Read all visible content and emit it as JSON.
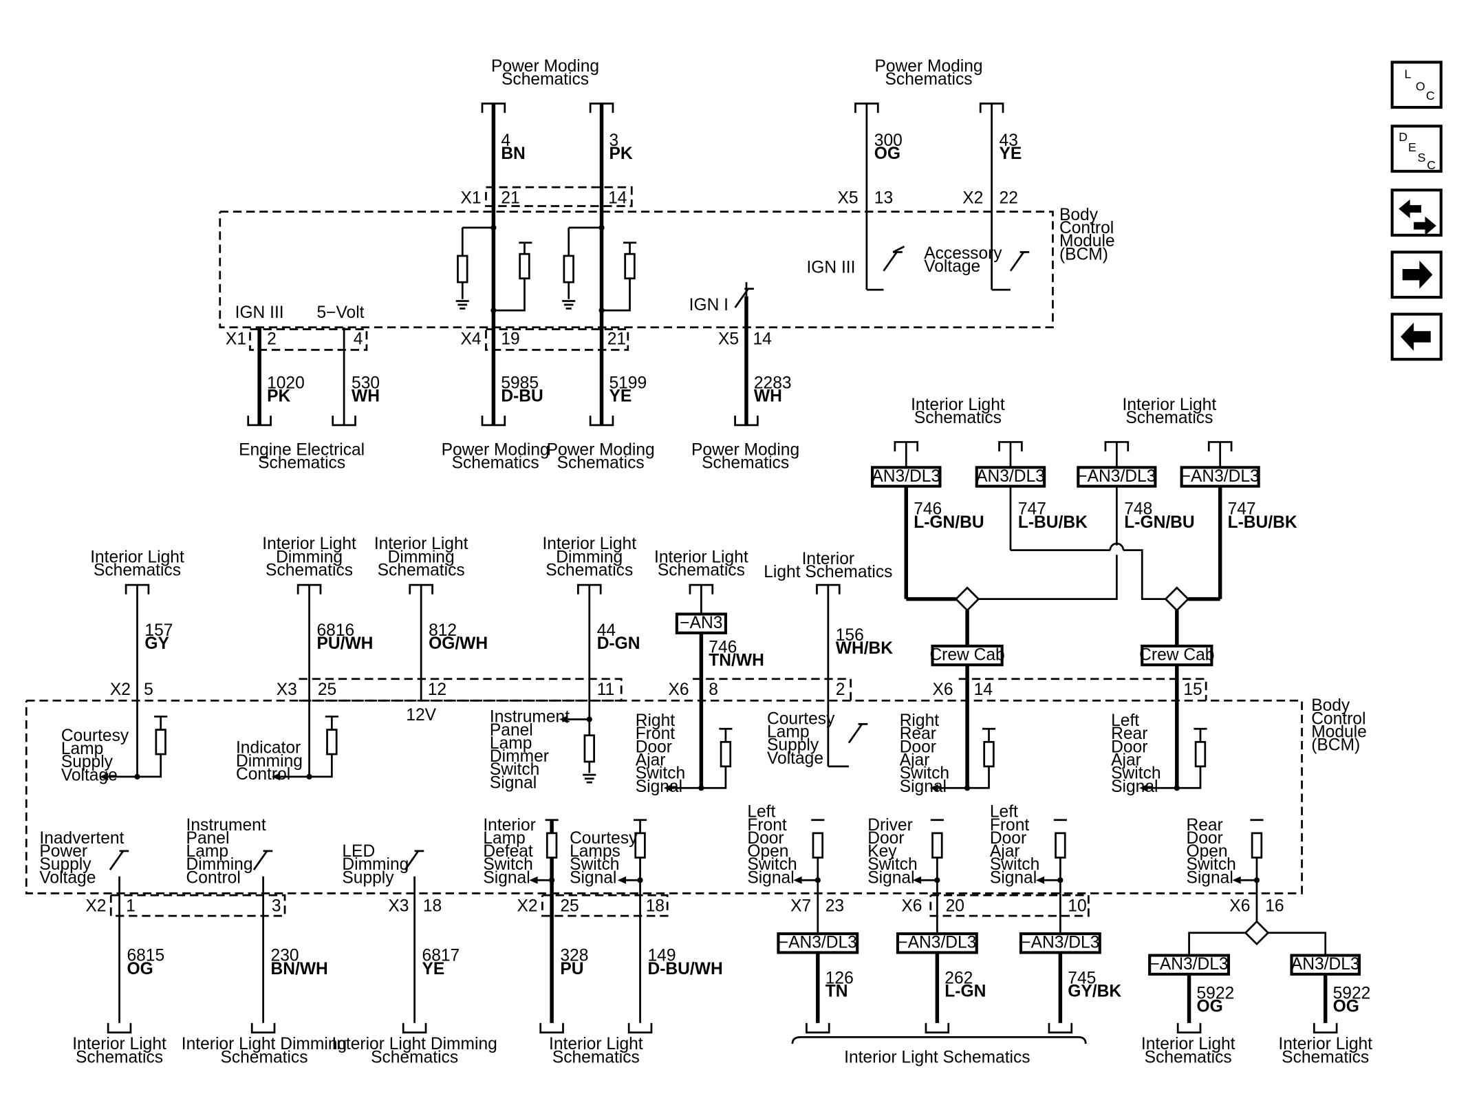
{
  "connectors": [
    {
      "id": "c-top-1",
      "label": [
        "Power Moding",
        "Schematics"
      ],
      "wire": [
        "4",
        "BN"
      ]
    },
    {
      "id": "c-top-2",
      "label": [
        "Power Moding",
        "Schematics"
      ],
      "wire": [
        "3",
        "PK"
      ]
    },
    {
      "id": "c-top-3",
      "label": [
        "Power Moding",
        "Schematics"
      ],
      "wire": [
        "300",
        "OG"
      ]
    },
    {
      "id": "c-top-4",
      "wire": [
        "43",
        "YE"
      ]
    },
    {
      "id": "c-mid-1",
      "label": [
        "Engine Electrical",
        "Schematics"
      ],
      "wire": [
        "1020",
        "PK"
      ]
    },
    {
      "id": "c-mid-2",
      "wire": [
        "530",
        "WH"
      ]
    },
    {
      "id": "c-mid-3",
      "label": [
        "Power Moding",
        "Schematics"
      ],
      "wire": [
        "5985",
        "D-BU"
      ]
    },
    {
      "id": "c-mid-4",
      "label": [
        "Power Moding",
        "Schematics"
      ],
      "wire": [
        "5199",
        "YE"
      ]
    },
    {
      "id": "c-mid-5",
      "label": [
        "Power Moding",
        "Schematics"
      ],
      "wire": [
        "2283",
        "WH"
      ]
    },
    {
      "id": "c-ils-1",
      "label": [
        "Interior Light",
        "Schematics"
      ],
      "wire": [
        "746",
        "L-GN/BU"
      ]
    },
    {
      "id": "c-ils-2",
      "wire": [
        "747",
        "L-BU/BK"
      ]
    },
    {
      "id": "c-ils-3",
      "label": [
        "Interior Light",
        "Schematics"
      ],
      "wire": [
        "748",
        "L-GN/BU"
      ]
    },
    {
      "id": "c-ils-4",
      "wire": [
        "747",
        "L-BU/BK"
      ]
    },
    {
      "id": "c-b-1",
      "label": [
        "Interior Light",
        "Schematics"
      ],
      "wire": [
        "157",
        "GY"
      ]
    },
    {
      "id": "c-b-2",
      "label": [
        "Interior Light",
        "Dimming",
        "Schematics"
      ],
      "wire": [
        "6816",
        "PU/WH"
      ]
    },
    {
      "id": "c-b-3",
      "label": [
        "Interior Light",
        "Dimming",
        "Schematics"
      ],
      "wire": [
        "812",
        "OG/WH"
      ]
    },
    {
      "id": "c-b-4",
      "label": [
        "Interior Light",
        "Dimming",
        "Schematics"
      ],
      "wire": [
        "44",
        "D-GN"
      ]
    },
    {
      "id": "c-b-5",
      "label": [
        "Interior Light",
        "Schematics"
      ],
      "wire": [
        "746",
        "TN/WH"
      ]
    },
    {
      "id": "c-b-6",
      "label": [
        "Interior",
        "Light Schematics"
      ],
      "wire": [
        "156",
        "WH/BK"
      ]
    },
    {
      "id": "c-bot-1",
      "label": [
        "Interior Light",
        "Schematics"
      ],
      "wire": [
        "6815",
        "OG"
      ]
    },
    {
      "id": "c-bot-2",
      "label": [
        "Interior Light Dimming",
        "Schematics"
      ],
      "wire": [
        "230",
        "BN/WH"
      ]
    },
    {
      "id": "c-bot-3",
      "label": [
        "Interior Light Dimming",
        "Schematics"
      ],
      "wire": [
        "6817",
        "YE"
      ]
    },
    {
      "id": "c-bot-4",
      "label": [
        "Interior Light",
        "Schematics"
      ],
      "wire": [
        "328",
        "PU"
      ]
    },
    {
      "id": "c-bot-5",
      "wire": [
        "149",
        "D-BU/WH"
      ]
    },
    {
      "id": "c-bot-6",
      "wire": [
        "126",
        "TN"
      ]
    },
    {
      "id": "c-bot-7",
      "wire": [
        "262",
        "L-GN"
      ]
    },
    {
      "id": "c-bot-8",
      "wire": [
        "745",
        "GY/BK"
      ]
    },
    {
      "id": "c-bot-9",
      "label": [
        "Interior Light",
        "Schematics"
      ],
      "wire": [
        "5922",
        "OG"
      ]
    },
    {
      "id": "c-bot-10",
      "label": [
        "Interior Light",
        "Schematics"
      ],
      "wire": [
        "5922",
        "OG"
      ]
    }
  ],
  "pins": {
    "X1_21": "21",
    "X1_14": "14",
    "X1_2": "2",
    "X1_4": "4",
    "X5_13": "13",
    "X2_22": "22",
    "X4_19": "19",
    "X4_21": "21",
    "X5_14": "14",
    "X2_5": "5",
    "X3_25": "25",
    "X3_12": "12",
    "X3_11": "11",
    "X6_8": "8",
    "X6_2": "2",
    "X6_14": "14",
    "X6_15": "15",
    "X2_1": "1",
    "X2_3": "3",
    "X3_18": "18",
    "X2_25": "25",
    "X2_18": "18",
    "X7_23": "23",
    "X6_20": "20",
    "X6_10": "10",
    "X6_16": "16"
  },
  "connector_ids": {
    "x1": "X1",
    "x2": "X2",
    "x3": "X3",
    "x4": "X4",
    "x5": "X5",
    "x6": "X6",
    "x7": "X7"
  },
  "module": {
    "name": [
      "Body",
      "Control",
      "Module",
      "(BCM)"
    ]
  },
  "internal_labels": {
    "ign3_sw": "IGN III",
    "acc_v": [
      "Accessory",
      "Voltage"
    ],
    "ign1": "IGN I",
    "ign3": "IGN III",
    "five_volt": "5−Volt",
    "courtesy_supply": [
      "Courtesy",
      "Lamp",
      "Supply",
      "Voltage"
    ],
    "indicator_dimming": [
      "Indicator",
      "Dimming",
      "Control"
    ],
    "twelve_v": "12V",
    "ip_dimmer": [
      "Instrument",
      "Panel",
      "Lamp",
      "Dimmer",
      "Switch",
      "Signal"
    ],
    "rf_door": [
      "Right",
      "Front",
      "Door",
      "Ajar",
      "Switch",
      "Signal"
    ],
    "courtesy_supply2": [
      "Courtesy",
      "Lamp",
      "Supply",
      "Voltage"
    ],
    "rr_door": [
      "Right",
      "Rear",
      "Door",
      "Ajar",
      "Switch",
      "Signal"
    ],
    "lr_door": [
      "Left",
      "Rear",
      "Door",
      "Ajar",
      "Switch",
      "Signal"
    ],
    "inadvertent": [
      "Inadvertent",
      "Power",
      "Supply",
      "Voltage"
    ],
    "ip_lamp_dim": [
      "Instrument",
      "Panel",
      "Lamp",
      "Dimming",
      "Control"
    ],
    "led_dim": [
      "LED",
      "Dimming",
      "Supply"
    ],
    "defeat": [
      "Interior",
      "Lamp",
      "Defeat",
      "Switch",
      "Signal"
    ],
    "courtesy_sw": [
      "Courtesy",
      "Lamps",
      "Switch",
      "Signal"
    ],
    "lf_open": [
      "Left",
      "Front",
      "Door",
      "Open",
      "Switch",
      "Signal"
    ],
    "driver_key": [
      "Driver",
      "Door",
      "Key",
      "Switch",
      "Signal"
    ],
    "lf_ajar": [
      "Left",
      "Front",
      "Door",
      "Ajar",
      "Switch",
      "Signal"
    ],
    "rear_open": [
      "Rear",
      "Door",
      "Open",
      "Switch",
      "Signal"
    ]
  },
  "option_boxes": {
    "an3dl3": "AN3/DL3",
    "neg_an3dl3": "−AN3/DL3",
    "neg_an3": "−AN3",
    "crew_cab": "Crew Cab"
  },
  "group_label": "Interior Light Schematics",
  "nav_icons": [
    {
      "name": "loc-icon",
      "letters": [
        "L",
        "O",
        "C"
      ]
    },
    {
      "name": "desc-icon",
      "letters": [
        "D",
        "E",
        "S",
        "C"
      ]
    },
    {
      "name": "connector-icon"
    },
    {
      "name": "next-arrow-icon"
    },
    {
      "name": "prev-arrow-icon"
    }
  ]
}
